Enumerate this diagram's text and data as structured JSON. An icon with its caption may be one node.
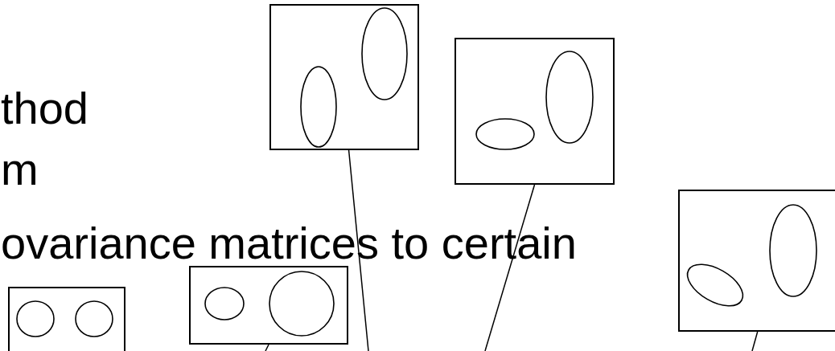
{
  "diagram": {
    "nodes": [
      {
        "text": [],
        "shape": "box"
      },
      {
        "text": [],
        "shape": "box"
      },
      {
        "text": [],
        "shape": "box"
      },
      {
        "text": [],
        "shape": "box"
      },
      {
        "text": [],
        "shape": "box"
      }
    ],
    "edges": [
      {
        "from": 1,
        "to": null,
        "arrow": "none"
      },
      {
        "from": 2,
        "to": null,
        "arrow": "none"
      },
      {
        "from": 3,
        "to": null,
        "arrow": "none"
      },
      {
        "from": 4,
        "to": null,
        "arrow": "none"
      }
    ],
    "labels": [
      "thod",
      "m",
      "ovariance matrices to certain"
    ]
  }
}
